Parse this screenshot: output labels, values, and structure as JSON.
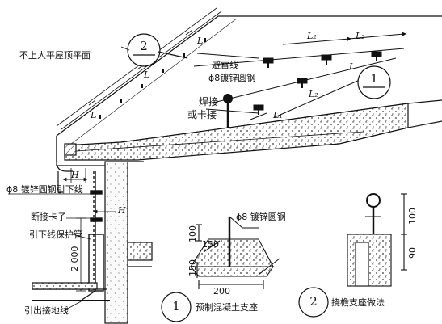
{
  "labels": {
    "roof_plane": "不上人平屋顶平面",
    "lightning_line_1": "避雷线",
    "lightning_line_2": "ϕ8镀锌圆钢",
    "weld_1": "焊接",
    "weld_2": "或卡接",
    "down_conductor": "ϕ8 镀锌圆钢引下线",
    "disconnect_clip": "断接卡子",
    "protect_pipe": "引下线保护管",
    "ground_lead": "引出接地线",
    "steel_rod": "ϕ8 镀锌圆钢",
    "precast_base": "预制混凝土支座",
    "eave_support": "挠檐支座做法"
  },
  "dims": {
    "L": "L",
    "L1": "L₁",
    "L2": "L₂",
    "H": "H",
    "d2000": "2 000",
    "d100a": "100",
    "d150a": "150",
    "d150b": "150",
    "d200": "200",
    "d100b": "100",
    "d90": "90"
  },
  "callouts": {
    "c1": "1",
    "c2": "2",
    "c3": "1",
    "c4": "2"
  },
  "colors": {
    "ink": "#111111",
    "paper": "#ffffff",
    "concrete": "#cfcfcf"
  }
}
